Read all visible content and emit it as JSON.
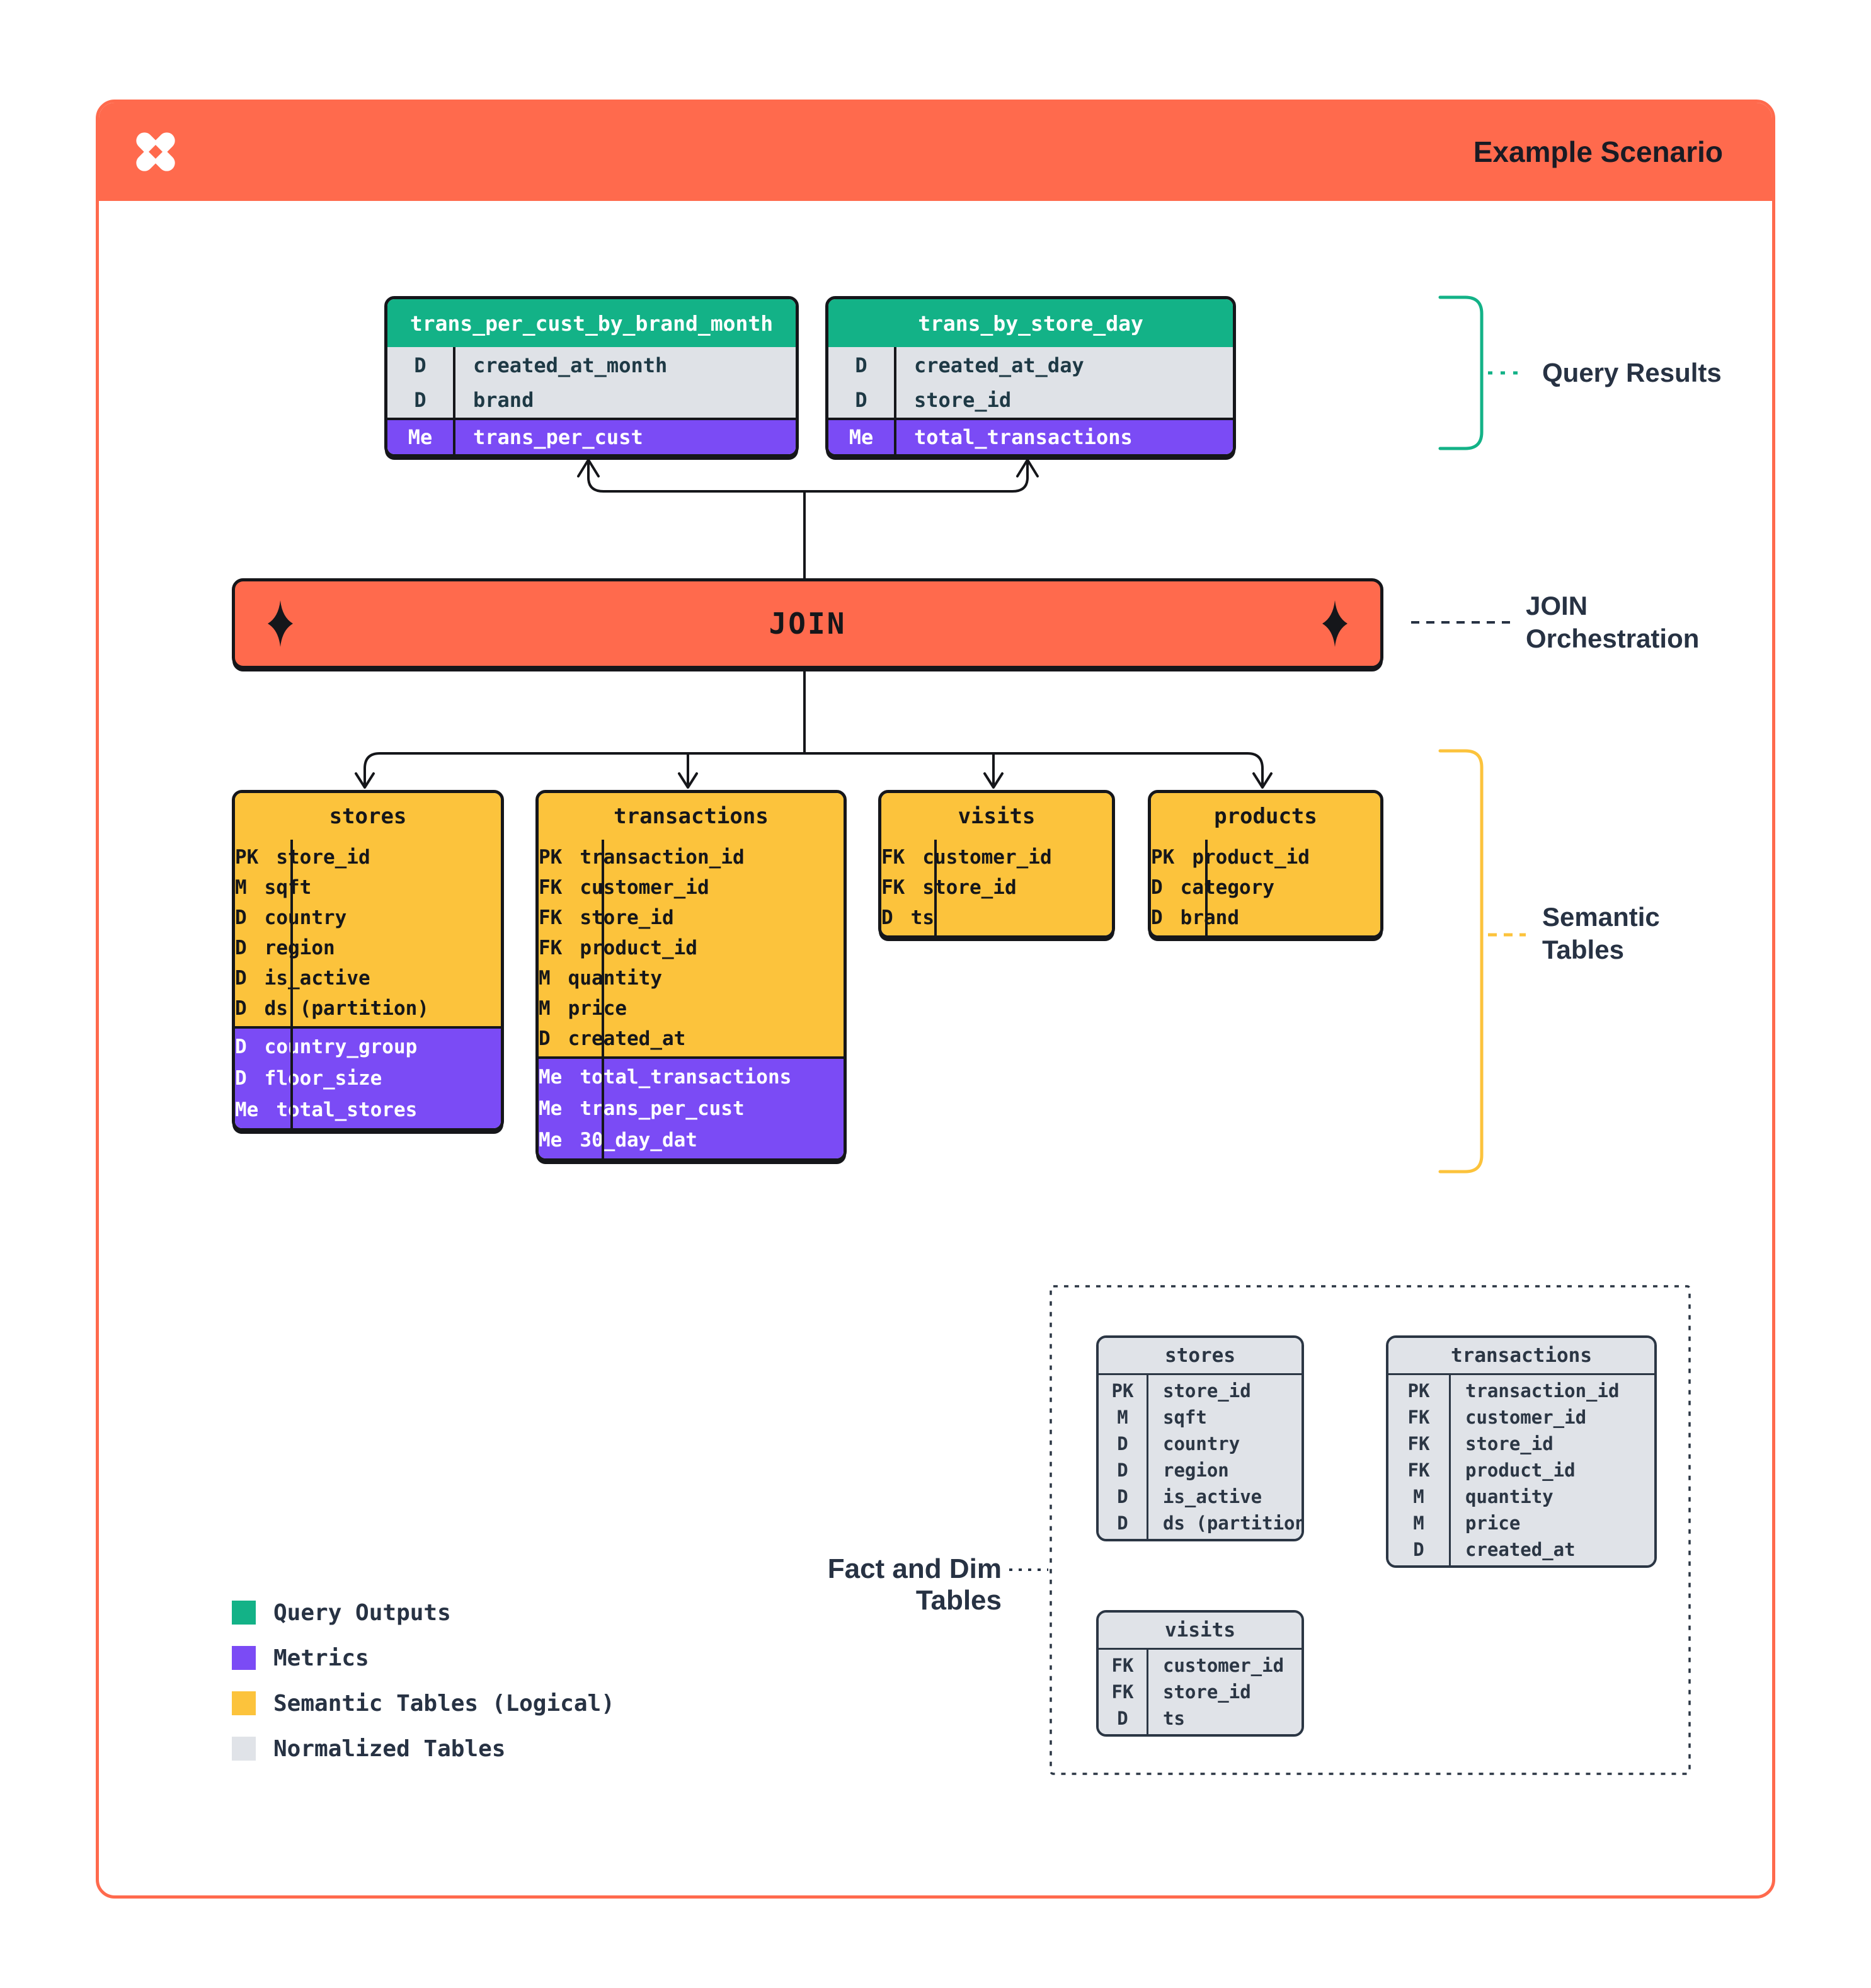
{
  "header": {
    "title": "Example Scenario"
  },
  "join": {
    "label": "JOIN"
  },
  "annotations": {
    "query_results": {
      "label": "Query Results"
    },
    "join_orchestration": {
      "line1": "JOIN",
      "line2": "Orchestration"
    },
    "semantic_tables": {
      "line1": "Semantic",
      "line2": "Tables"
    },
    "fact_dim": {
      "label": "Fact and Dim Tables"
    }
  },
  "colors": {
    "brand_orange": "#FF6A4D",
    "query_output_green": "#13B287",
    "metric_purple": "#7B4BF5",
    "semantic_yellow": "#FCC33C",
    "normalized_gray": "#E0E3E8",
    "ink_navy": "#273243"
  },
  "query_result_tables": [
    {
      "name": "trans_per_cust_by_brand_month",
      "dims": [
        {
          "key": "D",
          "field": "created_at_month"
        },
        {
          "key": "D",
          "field": "brand"
        }
      ],
      "metrics": [
        {
          "key": "Me",
          "field": "trans_per_cust"
        }
      ]
    },
    {
      "name": "trans_by_store_day",
      "dims": [
        {
          "key": "D",
          "field": "created_at_day"
        },
        {
          "key": "D",
          "field": "store_id"
        }
      ],
      "metrics": [
        {
          "key": "Me",
          "field": "total_transactions"
        }
      ]
    }
  ],
  "semantic_tables": [
    {
      "name": "stores",
      "fields": [
        {
          "key": "PK",
          "field": "store_id"
        },
        {
          "key": "M",
          "field": "sqft"
        },
        {
          "key": "D",
          "field": "country"
        },
        {
          "key": "D",
          "field": "region"
        },
        {
          "key": "D",
          "field": "is_active"
        },
        {
          "key": "D",
          "field": "ds (partition)"
        }
      ],
      "metrics": [
        {
          "key": "D",
          "field": "country_group"
        },
        {
          "key": "D",
          "field": "floor_size"
        },
        {
          "key": "Me",
          "field": "total_stores"
        }
      ]
    },
    {
      "name": "transactions",
      "fields": [
        {
          "key": "PK",
          "field": "transaction_id"
        },
        {
          "key": "FK",
          "field": "customer_id"
        },
        {
          "key": "FK",
          "field": "store_id"
        },
        {
          "key": "FK",
          "field": "product_id"
        },
        {
          "key": "M",
          "field": "quantity"
        },
        {
          "key": "M",
          "field": "price"
        },
        {
          "key": "D",
          "field": "created_at"
        }
      ],
      "metrics": [
        {
          "key": "Me",
          "field": "total_transactions"
        },
        {
          "key": "Me",
          "field": "trans_per_cust"
        },
        {
          "key": "Me",
          "field": "30_day_dat"
        }
      ]
    },
    {
      "name": "visits",
      "fields": [
        {
          "key": "FK",
          "field": "customer_id"
        },
        {
          "key": "FK",
          "field": "store_id"
        },
        {
          "key": "D",
          "field": "ts"
        }
      ],
      "metrics": []
    },
    {
      "name": "products",
      "fields": [
        {
          "key": "PK",
          "field": "product_id"
        },
        {
          "key": "D",
          "field": "category"
        },
        {
          "key": "D",
          "field": "brand"
        }
      ],
      "metrics": []
    }
  ],
  "normalized_tables": [
    {
      "name": "stores",
      "fields": [
        {
          "key": "PK",
          "field": "store_id"
        },
        {
          "key": "M",
          "field": "sqft"
        },
        {
          "key": "D",
          "field": "country"
        },
        {
          "key": "D",
          "field": "region"
        },
        {
          "key": "D",
          "field": "is_active"
        },
        {
          "key": "D",
          "field": "ds (partition)"
        }
      ]
    },
    {
      "name": "transactions",
      "fields": [
        {
          "key": "PK",
          "field": "transaction_id"
        },
        {
          "key": "FK",
          "field": "customer_id"
        },
        {
          "key": "FK",
          "field": "store_id"
        },
        {
          "key": "FK",
          "field": "product_id"
        },
        {
          "key": "M",
          "field": "quantity"
        },
        {
          "key": "M",
          "field": "price"
        },
        {
          "key": "D",
          "field": "created_at"
        }
      ]
    },
    {
      "name": "visits",
      "fields": [
        {
          "key": "FK",
          "field": "customer_id"
        },
        {
          "key": "FK",
          "field": "store_id"
        },
        {
          "key": "D",
          "field": "ts"
        }
      ]
    }
  ],
  "legend": {
    "items": [
      {
        "swatch": "green",
        "label": "Query Outputs"
      },
      {
        "swatch": "purple",
        "label": "Metrics"
      },
      {
        "swatch": "yellow",
        "label": "Semantic Tables (Logical)"
      },
      {
        "swatch": "gray",
        "label": "Normalized Tables"
      }
    ]
  }
}
